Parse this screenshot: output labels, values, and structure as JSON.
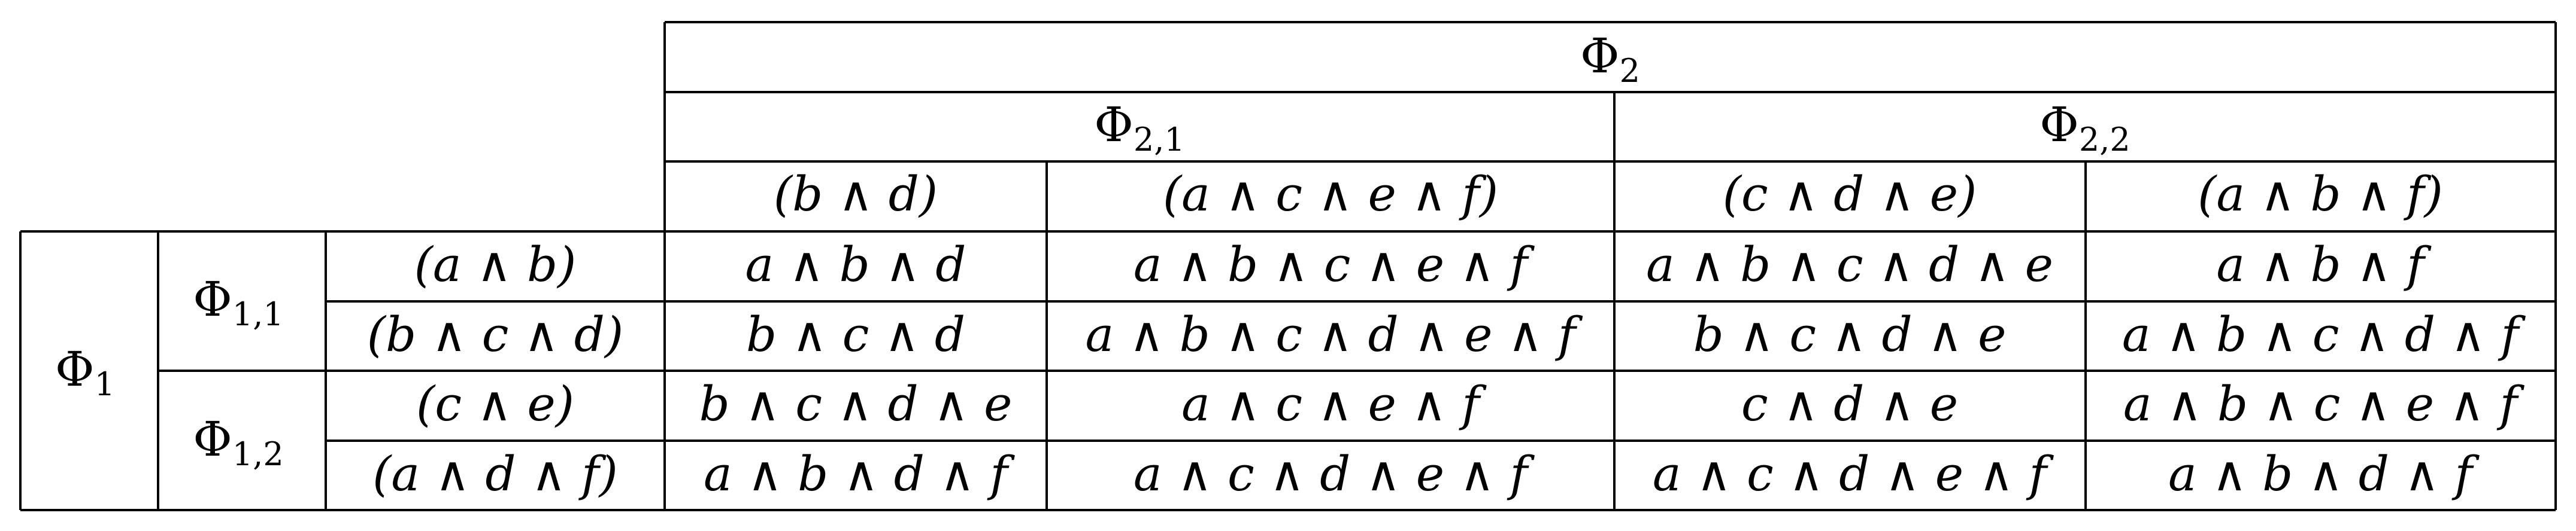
{
  "table": {
    "col_group": {
      "label": "Φ",
      "index": "2",
      "subgroups": [
        {
          "label": "Φ",
          "index": "2,1",
          "columns": [
            "(b ∧ d)",
            "(a ∧ c ∧ e ∧ f)"
          ]
        },
        {
          "label": "Φ",
          "index": "2,2",
          "columns": [
            "(c ∧ d ∧ e)",
            "(a ∧ b ∧ f)"
          ]
        }
      ]
    },
    "row_group": {
      "label": "Φ",
      "index": "1",
      "subgroups": [
        {
          "label": "Φ",
          "index": "1,1",
          "rows": [
            "(a ∧ b)",
            "(b ∧ c ∧ d)"
          ]
        },
        {
          "label": "Φ",
          "index": "1,2",
          "rows": [
            "(c ∧ e)",
            "(a ∧ d ∧ f)"
          ]
        }
      ]
    },
    "cells": [
      [
        "a ∧ b ∧ d",
        "a ∧ b ∧ c ∧ e ∧ f",
        "a ∧ b ∧ c ∧ d ∧ e",
        "a ∧ b ∧ f"
      ],
      [
        "b ∧ c ∧ d",
        "a ∧ b ∧ c ∧ d ∧ e ∧ f",
        "b ∧ c ∧ d ∧ e",
        "a ∧ b ∧ c ∧ d ∧ f"
      ],
      [
        "b ∧ c ∧ d ∧ e",
        "a ∧ c ∧ e ∧ f",
        "c ∧ d ∧ e",
        "a ∧ b ∧ c ∧ e ∧ f"
      ],
      [
        "a ∧ b ∧ d ∧ f",
        "a ∧ c ∧ d ∧ e ∧ f",
        "a ∧ c ∧ d ∧ e ∧ f",
        "a ∧ b ∧ d ∧ f"
      ]
    ]
  }
}
